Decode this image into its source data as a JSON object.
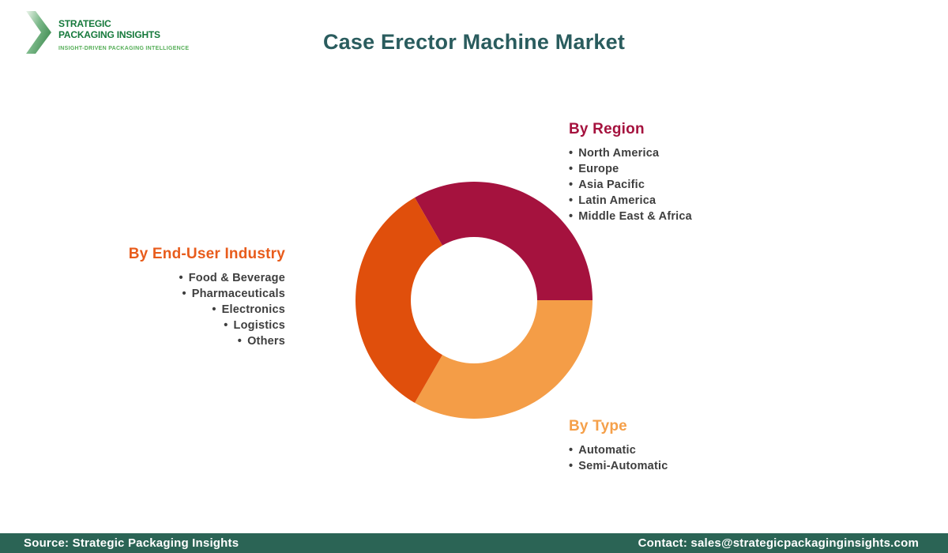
{
  "title": "Case Erector Machine Market",
  "logo": {
    "line1": "STRATEGIC",
    "line2": "PACKAGING INSIGHTS",
    "tagline": "INSIGHT-DRIVEN PACKAGING INTELLIGENCE"
  },
  "sections": {
    "by_region": {
      "title": "By Region",
      "color": "#A5123E",
      "items": [
        "North America",
        "Europe",
        "Asia Pacific",
        "Latin America",
        "Middle East & Africa"
      ]
    },
    "by_end_user": {
      "title": "By End-User Industry",
      "color": "#E85C1C",
      "items": [
        "Food & Beverage",
        "Pharmaceuticals",
        "Electronics",
        "Logistics",
        "Others"
      ]
    },
    "by_type": {
      "title": "By Type",
      "color": "#F5A04A",
      "items": [
        "Automatic",
        "Semi-Automatic"
      ]
    }
  },
  "chart_data": {
    "type": "donut",
    "title": "Case Erector Machine Market segmentation donut",
    "center": [
      600,
      380
    ],
    "outer_radius": 150,
    "inner_radius": 80,
    "rotation_deg": -30,
    "segments": [
      {
        "label": "By Region",
        "sweep_deg": 120,
        "color": "#A5123E"
      },
      {
        "label": "By Type",
        "sweep_deg": 120,
        "color": "#F49D47"
      },
      {
        "label": "By End-User Industry",
        "sweep_deg": 120,
        "color": "#E04F0C"
      }
    ]
  },
  "footer": {
    "source": "Source: Strategic Packaging Insights",
    "contact": "Contact: sales@strategicpackaginginsights.com",
    "bg_color": "#2B6455"
  },
  "colors": {
    "title_teal": "#2A5C5E",
    "item_text": "#3E3E3E",
    "logo_green": "#15793B",
    "tagline_green": "#55AE57"
  }
}
